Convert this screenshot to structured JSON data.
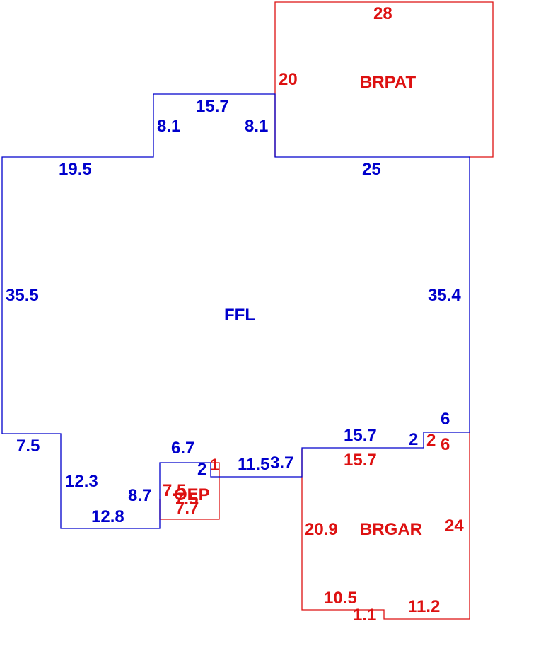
{
  "colors": {
    "main": "#0000cc",
    "accent": "#dd1111",
    "background": "#ffffff"
  },
  "areas": {
    "ffl": {
      "name": "FFL",
      "dims": [
        "15.7",
        "8.1",
        "8.1",
        "19.5",
        "25",
        "35.5",
        "35.4",
        "7.5",
        "12.3",
        "12.8",
        "8.7",
        "6.7",
        "2",
        "11.5",
        "3.7",
        "15.7",
        "2",
        "6"
      ]
    },
    "brpat": {
      "name": "BRPAT",
      "dims": [
        "28",
        "20"
      ]
    },
    "brgar": {
      "name": "BRGAR",
      "dims": [
        "15.7",
        "2",
        "6",
        "20.9",
        "24",
        "10.5",
        "1.1",
        "11.2"
      ]
    },
    "oep": {
      "name": "OEP",
      "dims": [
        "1",
        "7.5",
        "7.5",
        "7.7"
      ]
    }
  }
}
